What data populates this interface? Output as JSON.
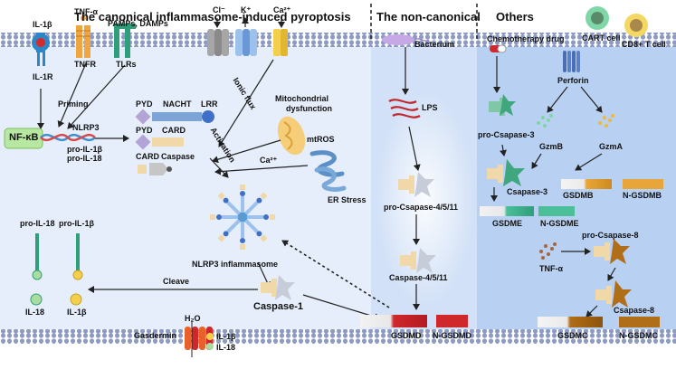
{
  "sections": {
    "canonical_title": "The canonical inflammasome-induced pyroptosis",
    "noncanonical_title": "The non-canonical",
    "others_title": "Others"
  },
  "canonical": {
    "il1b_top": "IL-1β",
    "il1r": "IL-1R",
    "tnfa_top": "TNF-α",
    "tnfr": "TNFR",
    "pamps_damps": "PAMPs, DAMPs",
    "tlrs": "TLRs",
    "cl": "Cl⁻",
    "k": "K⁺",
    "ca_top": "Ca²⁺",
    "priming": "Priming",
    "nfkb": "NF-κB",
    "nlrp3": "NLRP3",
    "pro_il1b_gene": "pro-IL-1β",
    "pro_il18_gene": "pro-IL-18",
    "pyd1": "PYD",
    "nacht": "NACHT",
    "lrr": "LRR",
    "pyd2": "PYD",
    "card1": "CARD",
    "card2": "CARD",
    "caspase_domain": "Caspase",
    "ionic_flux": "Ionic flux",
    "activation": "Activation",
    "mito_dysfunction_line1": "Mitochondrial",
    "mito_dysfunction_line2": "dysfunction",
    "mtros": "mtROS",
    "ca_mid": "Ca²⁺",
    "er_stress": "ER Stress",
    "nlrp3_inflammasome": "NLRP3 inflammasome",
    "pro_il18_left": "pro-IL-18",
    "pro_il1b_left": "pro-IL-1β",
    "cleave": "Cleave",
    "il18_out": "IL-18",
    "il1b_out": "IL-1β",
    "caspase1": "Caspase-1",
    "h2o": "H₂O",
    "gasdermin": "Gasdermin",
    "pore_il1b": "IL-1β",
    "pore_il18": "IL-18"
  },
  "noncanonical": {
    "bacterium": "Bacterium",
    "lps": "LPS",
    "pro_casp4511": "pro-Csapase-4/5/11",
    "casp4511": "Caspase-4/5/11",
    "gsdmd": "GSDMD",
    "n_gsdmd": "N-GSDMD"
  },
  "others": {
    "cart_cell": "CART cell",
    "cd8_t_cell": "CD8+ T cell",
    "chemo_drug": "Chemotherapy drug",
    "perforin": "Perforin",
    "pro_casp3": "pro-Csapase-3",
    "gzmb": "GzmB",
    "gzma": "GzmA",
    "casp3": "Csapase-3",
    "gsdmb": "GSDMB",
    "n_gsdmb": "N-GSDMB",
    "gsdme": "GSDME",
    "n_gsdme": "N-GSDME",
    "pro_casp8": "pro-Csapase-8",
    "tnfa": "TNF-α",
    "casp8": "Csapase-8",
    "gsdmc": "GSDMC",
    "n_gsdmc": "N-GSDMC"
  },
  "colors": {
    "membrane": "#8d9bc4",
    "canonical_bg": "#e6eefb",
    "noncanonical_bg": "#d2e1f7",
    "others_bg": "#b8d0f2",
    "gsdmd_red": "#d0272b",
    "gsdme_green": "#4bbf98",
    "gsdmb_orange": "#e8a63a",
    "gsdmc_brown": "#b06e18",
    "nfkb_green": "#b8e7a2",
    "pyd_purple": "#b3a4d8",
    "card_blue": "#7da4d6",
    "lrr_blue": "#3f6fc6"
  }
}
